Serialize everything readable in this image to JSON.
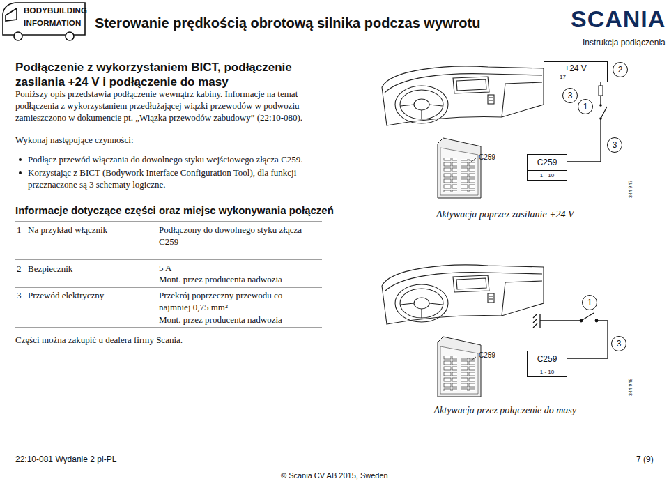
{
  "diagram": {
    "title": "Sterowanie prędkością obrotową silnika podczas wywrotu",
    "nodes": [
      {
        "text": [
          "+24 V",
          "17"
        ]
      },
      {
        "text": [
          "2"
        ]
      },
      {
        "text": [
          "3"
        ]
      },
      {
        "text": [
          "1"
        ]
      },
      {
        "text": [
          "C259",
          "1 - 10"
        ]
      },
      {
        "text": [
          "3"
        ]
      },
      {
        "text": [
          "1"
        ]
      },
      {
        "text": [
          "3"
        ]
      },
      {
        "text": [
          "C259",
          "1 - 10"
        ]
      }
    ],
    "edges": [
      {
        "from": 0,
        "to": 4,
        "arrow": "none"
      }
    ],
    "labels": [
      "Instrukcja podłączenia",
      "BODYBUILDING",
      "INFORMATION",
      "SCANIA",
      "Podłączenie z wykorzystaniem BICT, podłączenie zasilania +24 V i podłączenie do masy",
      "Poniższy opis przedstawia podłączenie wewnątrz kabiny. Informacje na temat podłączenia z wykorzystaniem przedłużającej wiązki przewodów w podwoziu zamieszczono w dokumencie pt. „Wiązka przewodów zabudowy” (22:10-080).",
      "Wykonaj następujące czynności:",
      "Podłącz przewód włączania do dowolnego styku wejściowego złącza C259.",
      "Korzystając z BICT (Bodywork Interface Configuration Tool), dla funkcji przeznaczone są 3 schematy logiczne.",
      "Informacje dotyczące części oraz miejsc wykonywania połączeń",
      "1",
      "Na przykład włącznik",
      "Podłączony do dowolnego styku złącza C259",
      "2",
      "Bezpiecznik",
      "5 A",
      "Mont. przez producenta nadwozia",
      "3",
      "Przewód elektryczny",
      "Przekrój poprzeczny przewodu co najmniej 0,75 mm²",
      "Mont. przez producenta nadwozia",
      "Części można zakupić u dealera firmy Scania.",
      "C259",
      "344 947",
      "Aktywacja poprzez zasilanie +24 V",
      "C259",
      "344 948",
      "Aktywacja przez połączenie do masy",
      "22:10-081 Wydanie 2 pl-PL",
      "7 (9)",
      "© Scania CV AB 2015, Sweden"
    ]
  }
}
